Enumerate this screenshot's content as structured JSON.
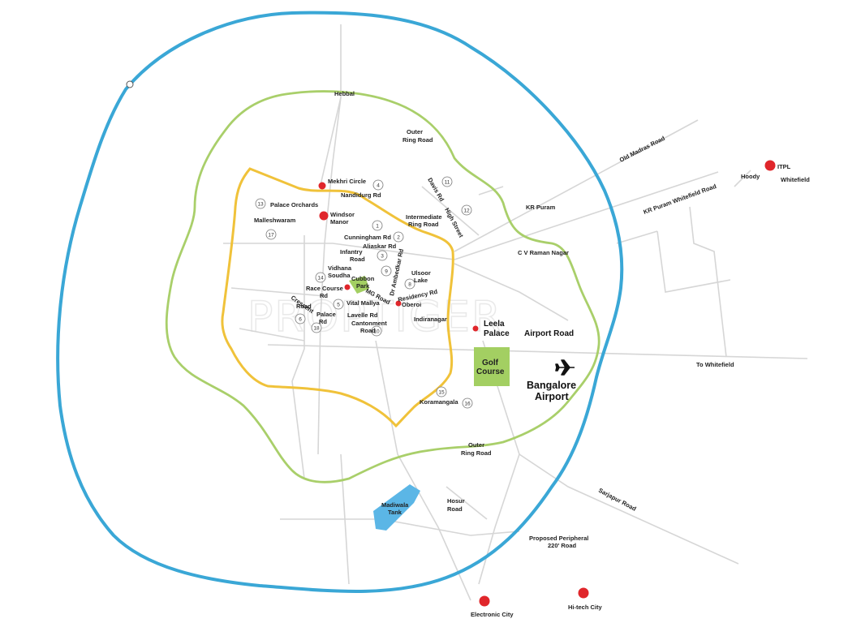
{
  "watermark": "PROPTIGER",
  "labels": {
    "hebbal": "Hebbal",
    "outer_ring_road_north_1": "Outer",
    "outer_ring_road_north_2": "Ring Road",
    "old_madras_road": "Old Madras Road",
    "kr_puram_whitefield_road": "KR Puram Whitefield Road",
    "hoody": "Hoody",
    "itpl": "ITPL",
    "whitefield": "Whitefield",
    "kr_puram": "KR Puram",
    "cv_raman_nagar": "C V Raman Nagar",
    "mekhri_circle": "Mekhri Circle",
    "nandidurg_rd": "Nandidurg Rd",
    "palace_orchards": "Palace Orchards",
    "windsor_manor_1": "Windsor",
    "windsor_manor_2": "Manor",
    "malleshwaram": "Malleshwaram",
    "davis_rd": "Davis Rd",
    "intermediate_ring_road_1": "Intermediate",
    "intermediate_ring_road_2": "Ring Road",
    "high_street": "High Street",
    "cunningham_rd": "Cunningham Rd",
    "aliaskar_rd": "Aliaskar Rd",
    "infantry_road_1": "Infantry",
    "infantry_road_2": "Road",
    "dr_ambedkar_rd": "Dr Ambedkar Rd",
    "ulsoor_lake_1": "Ulsoor",
    "ulsoor_lake_2": "Lake",
    "vidhana_soudha_1": "Vidhana",
    "vidhana_soudha_2": "Soudha",
    "cubbon_park_1": "Cubbon",
    "cubbon_park_2": "Park",
    "race_course_rd_1": "Race Course",
    "race_course_rd_2": "Rd",
    "mg_road": "MG Road",
    "residency_rd": "Residency Rd",
    "oberoi": "Oberoi",
    "crescent_road_1": "Crescent",
    "crescent_road_2": "Road",
    "vital_mallya": "Vital Mallya",
    "palace_rd_1": "Palace",
    "palace_rd_2": "Rd",
    "lavelle_rd": "Lavelle Rd",
    "cantonment_road_1": "Cantonment",
    "cantonment_road_2": "Road",
    "indiranagar": "Indiranagar",
    "leela_palace_1": "Leela",
    "leela_palace_2": "Palace",
    "airport_road": "Airport Road",
    "golf_course_1": "Golf",
    "golf_course_2": "Course",
    "to_whitefield": "To Whitefield",
    "bangalore_airport_1": "Bangalore",
    "bangalore_airport_2": "Airport",
    "koramangala": "Koramangala",
    "outer_ring_road_south_1": "Outer",
    "outer_ring_road_south_2": "Ring Road",
    "sarjapur_road": "Sarjapur Road",
    "madiwala_tank_1": "Madiwala",
    "madiwala_tank_2": "Tank",
    "hosur_road_1": "Hosur",
    "hosur_road_2": "Road",
    "proposed_peripheral_1": "Proposed Peripheral",
    "proposed_peripheral_2": "220' Road",
    "electronic_city": "Electronic City",
    "hitech_city": "Hi-tech City"
  },
  "markers": {
    "n1": "1",
    "n2": "2",
    "n3": "3",
    "n4": "4",
    "n5": "5",
    "n6": "6",
    "n8": "8",
    "n9": "9",
    "n10": "10",
    "n11": "11",
    "n12": "12",
    "n13": "13",
    "n14": "14",
    "n15": "15",
    "n16": "16",
    "n17": "17",
    "n18": "18"
  },
  "colors": {
    "peripheral_ring": "#3aa7d6",
    "outer_ring": "#a9cf6a",
    "inner_ring": "#f0c23a",
    "landmark_dot": "#e0262b",
    "park_fill": "#a3cf62",
    "lake_fill": "#5bb6e6",
    "road": "#d6d6d6"
  }
}
